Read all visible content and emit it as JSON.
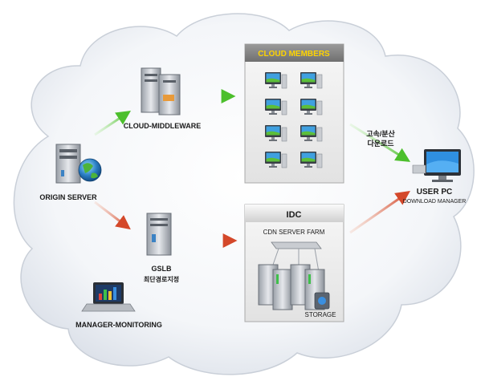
{
  "nodes": {
    "origin_server": "ORIGIN SERVER",
    "cloud_middleware": "CLOUD-MIDDLEWARE",
    "gslb": "GSLB",
    "gslb_sub": "최단경로지정",
    "manager_monitoring": "MANAGER-MONITORING",
    "user_pc": "USER PC",
    "user_pc_sub": "DOWNLOAD MANAGER",
    "download_line1": "고속/분산",
    "download_line2": "다운로드"
  },
  "panels": {
    "cloud_members": {
      "title": "CLOUD MEMBERS",
      "member_count": 8
    },
    "idc": {
      "title": "IDC",
      "farm_label": "CDN SERVER FARM",
      "storage_label": "STORAGE"
    }
  },
  "colors": {
    "green_arrow": "#5cc83a",
    "red_arrow": "#d9532f",
    "panel_header_gray": "#8a8a8a",
    "cloud_members_title": "#ffd400",
    "cloud_fill": "#eef1f6"
  }
}
